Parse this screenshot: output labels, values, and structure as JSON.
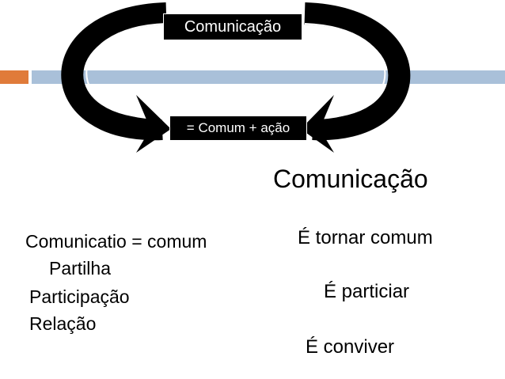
{
  "diagram": {
    "top_label": "Comunicação",
    "bottom_label": "= Comum + ação"
  },
  "right": {
    "heading": "Comunicação",
    "items": [
      "É tornar comum",
      "É particiar",
      "É conviver"
    ]
  },
  "left": {
    "lines": [
      "Comunicatio = comum",
      "Partilha",
      "Participação",
      "Relação"
    ]
  },
  "colors": {
    "accent_orange": "#e07b3a",
    "accent_blue": "#a9c0d9",
    "arrow": "#000000"
  }
}
